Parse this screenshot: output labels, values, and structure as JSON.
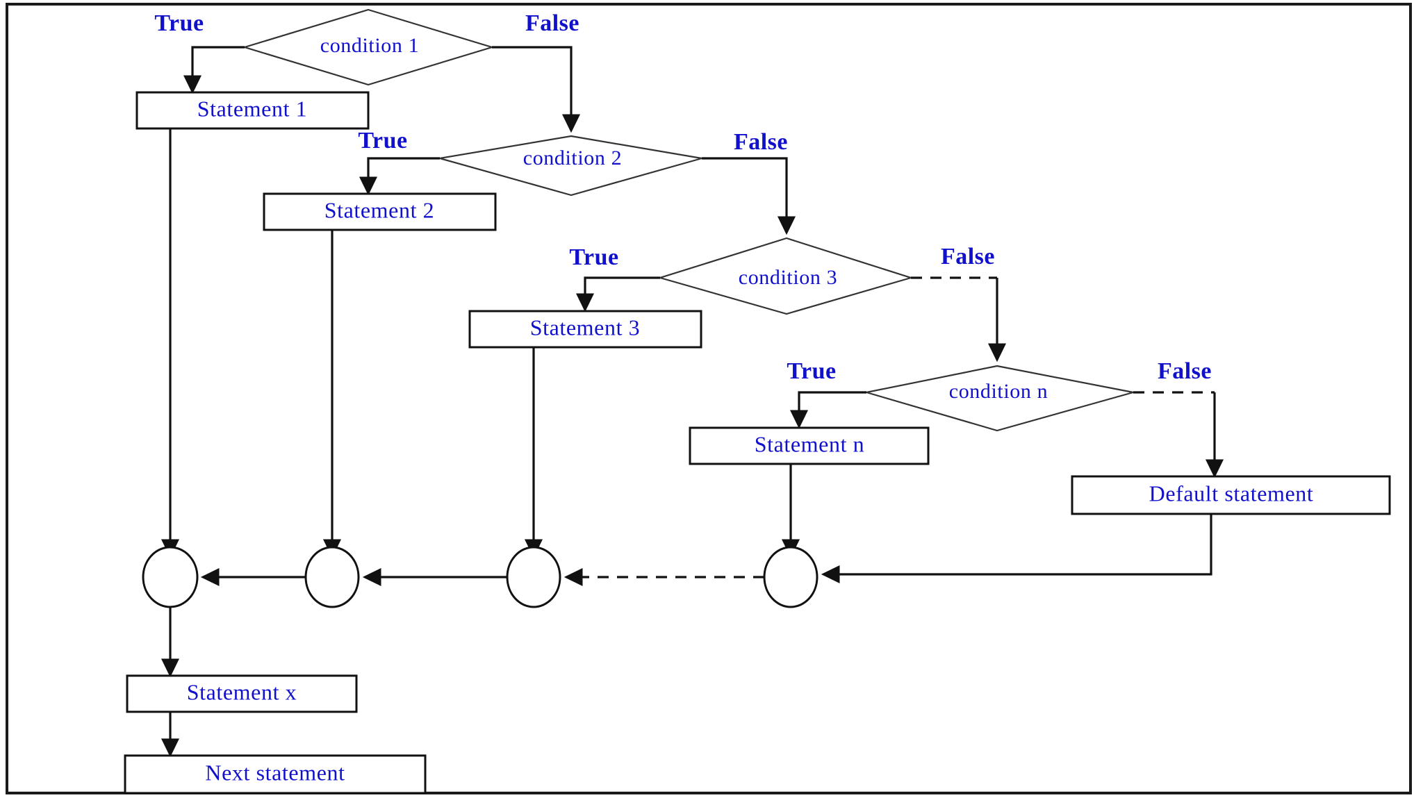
{
  "diagram": {
    "title": "switch-case / else-if ladder control flow",
    "colors": {
      "text_blue": "#1111cc",
      "line_black": "#111111",
      "background": "#ffffff",
      "frame": "#1a1a1a"
    },
    "decisions": [
      {
        "id": "condition-1",
        "label": "condition 1",
        "true_label": "True",
        "false_label": "False"
      },
      {
        "id": "condition-2",
        "label": "condition 2",
        "true_label": "True",
        "false_label": "False"
      },
      {
        "id": "condition-3",
        "label": "condition 3",
        "true_label": "True",
        "false_label": "False"
      },
      {
        "id": "condition-n",
        "label": "condition n",
        "true_label": "True",
        "false_label": "False"
      }
    ],
    "statements": [
      {
        "id": "statement-1",
        "label": "Statement 1"
      },
      {
        "id": "statement-2",
        "label": "Statement 2"
      },
      {
        "id": "statement-3",
        "label": "Statement 3"
      },
      {
        "id": "statement-n",
        "label": "Statement n"
      },
      {
        "id": "default-statement",
        "label": "Default statement"
      },
      {
        "id": "statement-x",
        "label": "Statement x"
      },
      {
        "id": "next-statement",
        "label": "Next statement"
      }
    ],
    "junctions": [
      {
        "id": "junction-1"
      },
      {
        "id": "junction-2"
      },
      {
        "id": "junction-3"
      },
      {
        "id": "junction-4"
      }
    ]
  }
}
